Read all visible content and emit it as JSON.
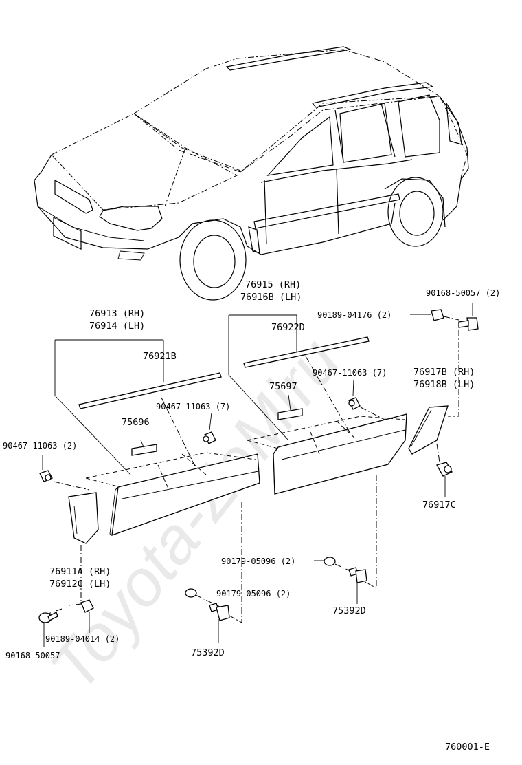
{
  "watermark": "Toyota-ZeMiru",
  "figure_code": "760001-E",
  "labels": {
    "rear_moulding_rh": "76915 (RH)",
    "rear_moulding_lh": "76916B (LH)",
    "front_moulding_rh": "76913 (RH)",
    "front_moulding_lh": "76914 (LH)",
    "tape_rear": "76922D",
    "tape_front": "76921B",
    "clip_rear_7": "90467-11063 (7)",
    "clip_front_7": "90467-11063 (7)",
    "clip_front_2": "90467-11063 (2)",
    "pad_rear": "75697",
    "pad_front": "75696",
    "screw_top": "90168-50057 (2)",
    "nut_top": "90189-04176 (2)",
    "rear_piece_rh": "76917B (RH)",
    "rear_piece_lh": "76918B (LH)",
    "rear_piece_clip": "76917C",
    "front_piece_rh": "76911A (RH)",
    "front_piece_lh": "76912C (LH)",
    "grommet_rear": "90179-05096 (2)",
    "grommet_front": "90179-05096 (2)",
    "bolt_rear": "75392D",
    "bolt_front": "75392D",
    "nut_bottom": "90189-04014 (2)",
    "screw_bottom": "90168-50057"
  }
}
